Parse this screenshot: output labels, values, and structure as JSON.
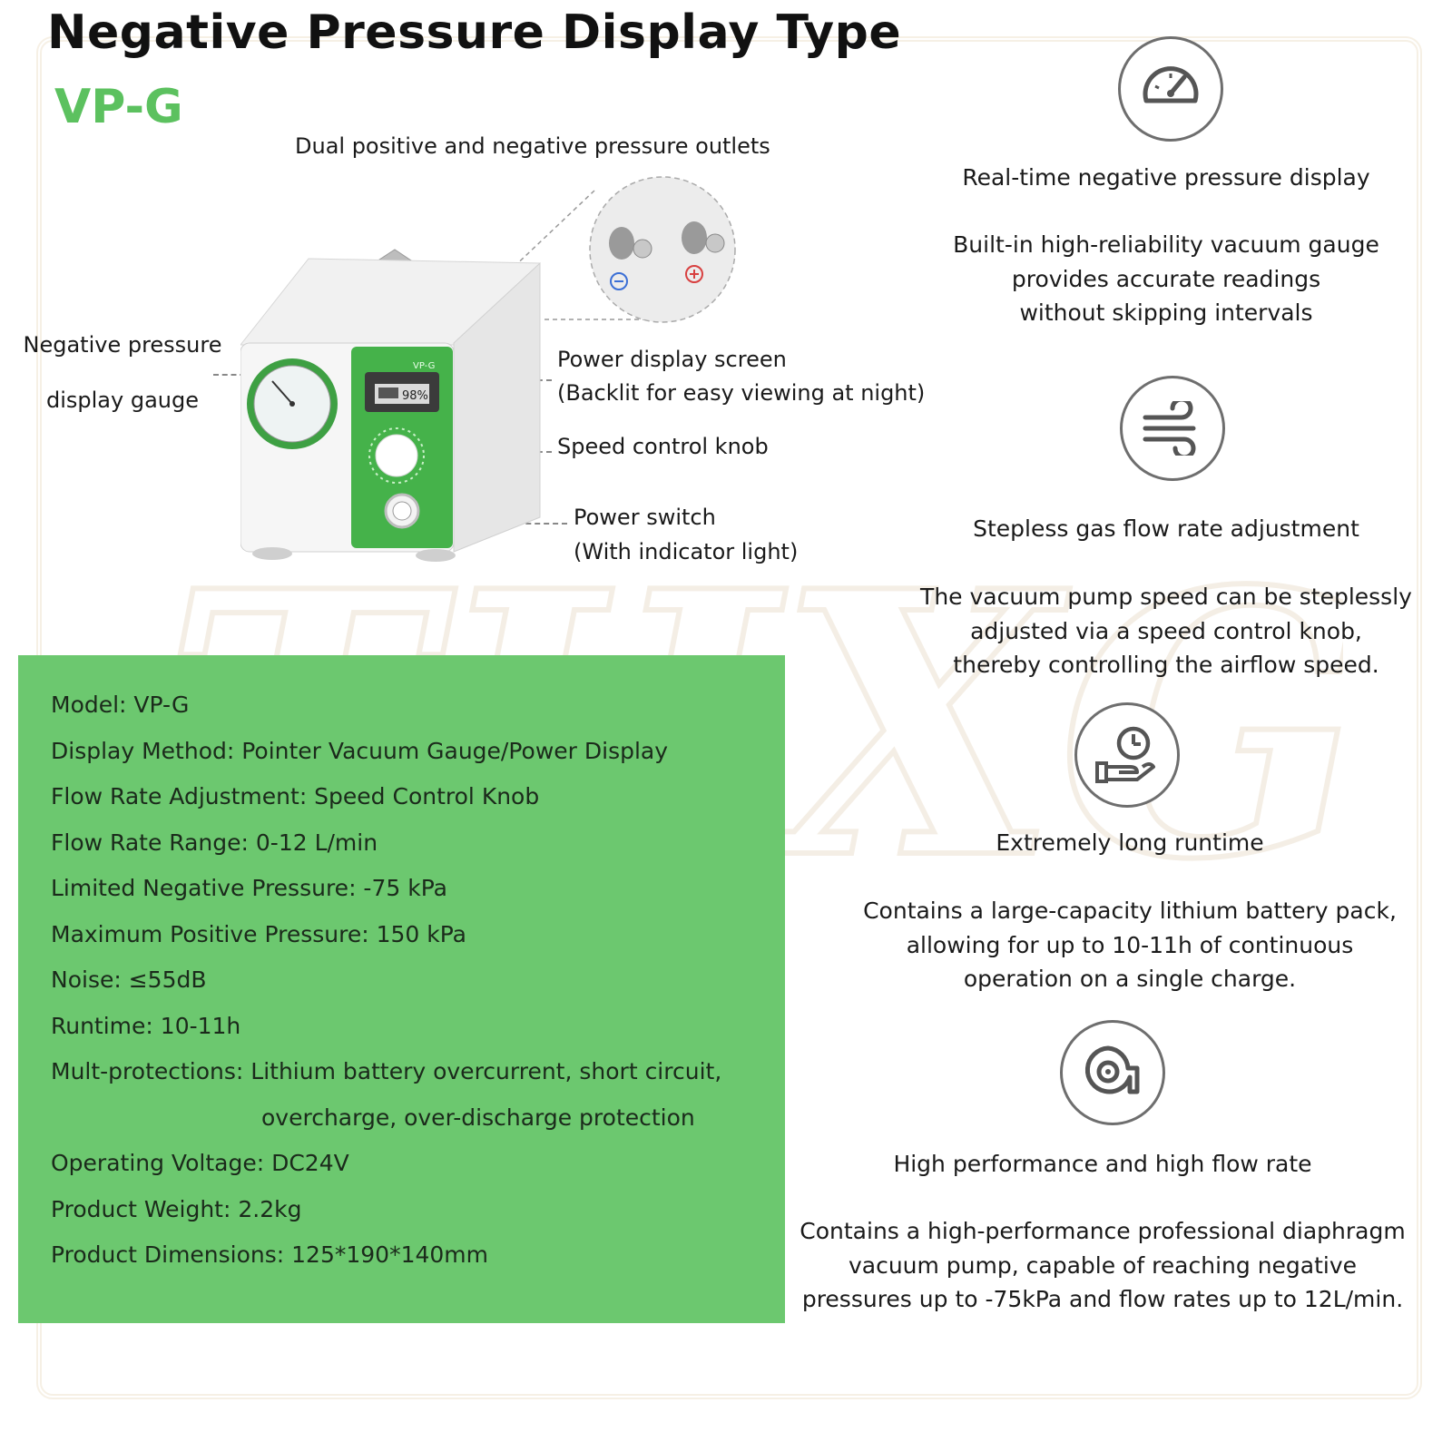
{
  "header": {
    "title": "Negative Pressure Display Type",
    "model": "VP-G"
  },
  "callouts": {
    "outlets": "Dual positive and negative pressure outlets",
    "gauge_line1": "Negative pressure",
    "gauge_line2": "display gauge",
    "screen_line1": "Power display screen",
    "screen_line2": "(Backlit for easy viewing at night)",
    "knob": "Speed control knob",
    "switch_line1": "Power switch",
    "switch_line2": "(With indicator light)"
  },
  "device": {
    "brand_label": "VP-G",
    "battery_readout": "98%"
  },
  "specs": [
    "Model: VP-G",
    "Display Method: Pointer Vacuum Gauge/Power Display",
    "Flow Rate Adjustment: Speed Control Knob",
    "Flow Rate Range: 0-12 L/min",
    "Limited Negative Pressure: -75 kPa",
    "Maximum Positive Pressure: 150 kPa",
    "Noise: ≤55dB",
    "Runtime: 10-11h",
    "Mult-protections: Lithium battery overcurrent, short circuit,",
    "overcharge, over-discharge protection",
    "Operating Voltage: DC24V",
    "Product Weight: 2.2kg",
    "Product Dimensions: 125*190*140mm"
  ],
  "features": [
    {
      "icon": "speedometer-icon",
      "title": "Real-time negative pressure display",
      "desc": [
        "Built-in high-reliability vacuum gauge",
        "provides accurate readings",
        "without skipping intervals"
      ]
    },
    {
      "icon": "wind-icon",
      "title": "Stepless gas flow rate adjustment",
      "desc": [
        "The vacuum pump speed can be steplessly",
        "adjusted via a speed control knob,",
        "thereby controlling the airflow speed."
      ]
    },
    {
      "icon": "clock-hand-icon",
      "title": "Extremely long runtime",
      "desc": [
        "Contains a large-capacity lithium battery pack,",
        "allowing for up to 10-11h of continuous",
        "operation on a single charge."
      ]
    },
    {
      "icon": "pump-icon",
      "title": "High performance and high flow rate",
      "desc": [
        "Contains a high-performance professional diaphragm",
        "vacuum pump, capable of reaching negative",
        "pressures up to -75kPa and flow rates up to 12L/min."
      ]
    }
  ],
  "watermark": "THXGS",
  "colors": {
    "accent_green": "#5cc15f",
    "spec_box_green": "#6cc86f",
    "icon_gray": "#6e6e6e"
  }
}
